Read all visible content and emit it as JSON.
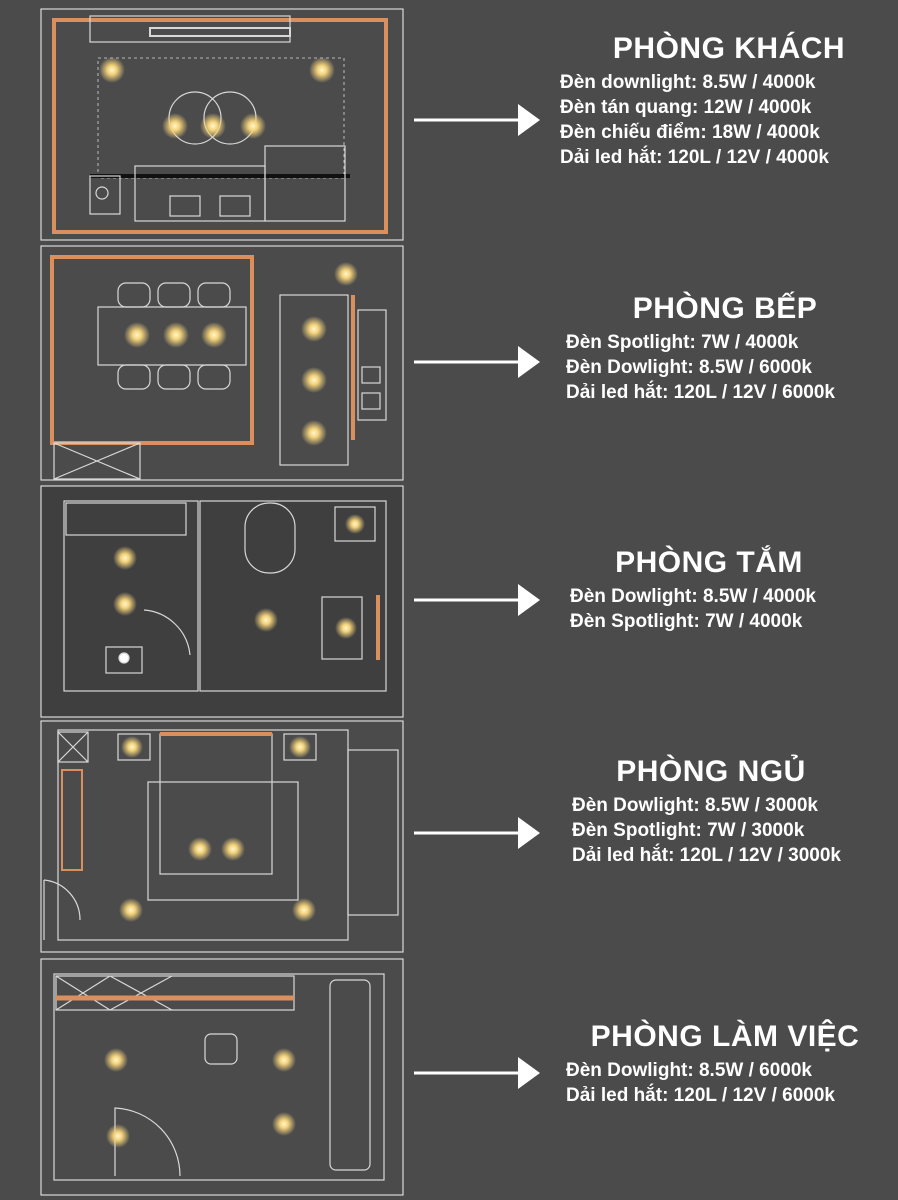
{
  "rooms": [
    {
      "title": "PHÒNG KHÁCH",
      "specs": [
        "Đèn downlight:  8.5W / 4000k",
        "Đèn tán quang: 12W / 4000k",
        "Đèn chiếu điểm: 18W / 4000k",
        "Dải led hắt: 120L / 12V / 4000k"
      ]
    },
    {
      "title": "PHÒNG BẾP",
      "specs": [
        "Đèn Spotlight: 7W / 4000k",
        "Đèn Dowlight: 8.5W / 6000k",
        "Dải led hắt: 120L / 12V / 6000k"
      ]
    },
    {
      "title": "PHÒNG TẮM",
      "specs": [
        "Đèn Dowlight: 8.5W / 4000k",
        "Đèn Spotlight: 7W / 4000k"
      ]
    },
    {
      "title": "PHÒNG NGỦ",
      "specs": [
        "Đèn Dowlight: 8.5W / 3000k",
        "Đèn Spotlight: 7W / 3000k",
        "Dải led hắt: 120L / 12V / 3000k"
      ]
    },
    {
      "title": "PHÒNG LÀM VIỆC",
      "specs": [
        "Đèn Dowlight: 8.5W / 6000k",
        "Dải led hắt: 120L / 12V / 6000k"
      ]
    }
  ],
  "colors": {
    "background": "#4b4b4c",
    "led": "#d9905e",
    "light": "#ffe9a8",
    "wall": "#d8d8d8"
  }
}
